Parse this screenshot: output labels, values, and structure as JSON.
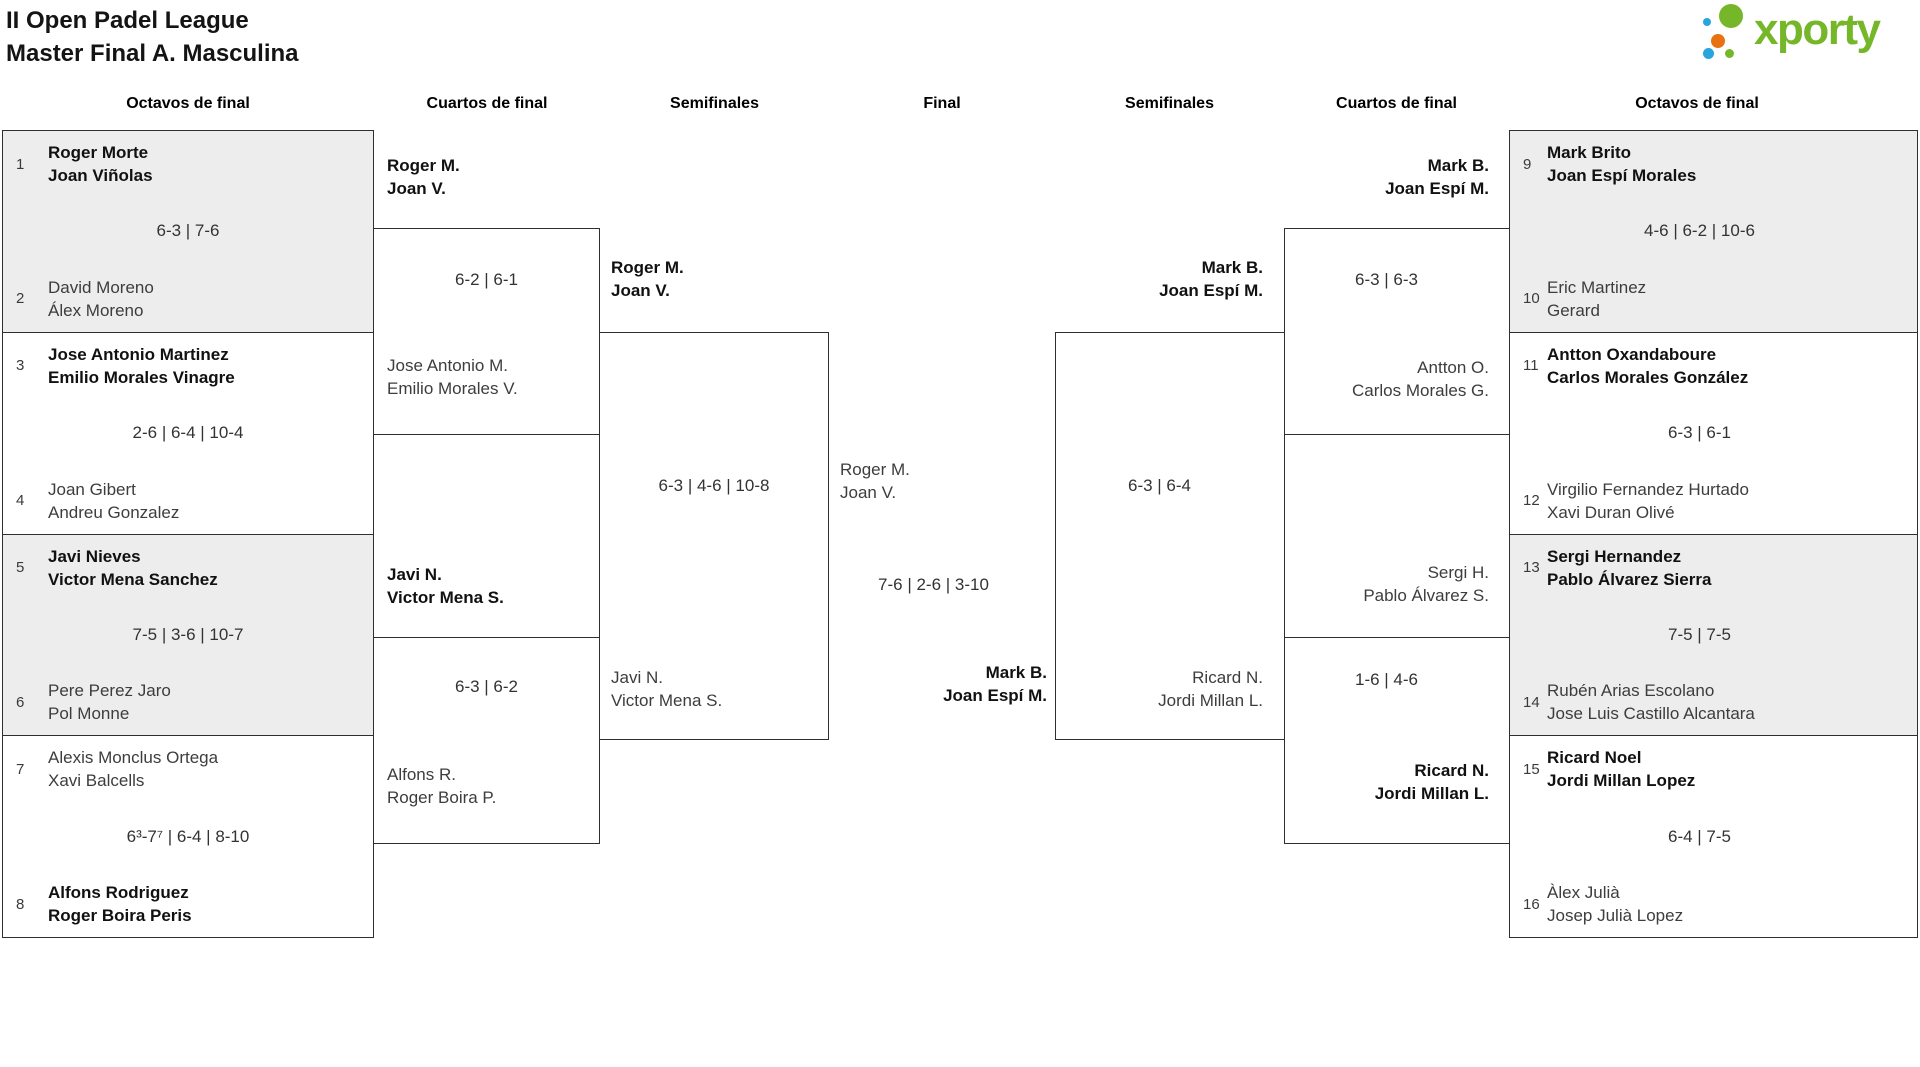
{
  "title": {
    "line1": "II Open Padel League",
    "line2": "Master Final A. Masculina"
  },
  "logo": {
    "text": "xporty"
  },
  "colors": {
    "brand_green": "#76b729",
    "brand_blue": "#29a5dd",
    "brand_orange": "#e87211",
    "bracket_line": "#2f2f2f",
    "cell_gray": "#ededed"
  },
  "round_headers": [
    "Octavos de final",
    "Cuartos de final",
    "Semifinales",
    "Final",
    "Semifinales",
    "Cuartos de final",
    "Octavos de final"
  ],
  "octavos_left": [
    {
      "seed1": "1",
      "team1": [
        "Roger Morte",
        "Joan Viñolas"
      ],
      "score": "6-3 | 7-6",
      "seed2": "2",
      "team2": [
        "David Moreno",
        "Álex Moreno"
      ]
    },
    {
      "seed1": "3",
      "team1": [
        "Jose Antonio Martinez",
        "Emilio Morales Vinagre"
      ],
      "score": "2-6 | 6-4 | 10-4",
      "seed2": "4",
      "team2": [
        "Joan Gibert",
        "Andreu Gonzalez"
      ]
    },
    {
      "seed1": "5",
      "team1": [
        "Javi Nieves",
        "Victor Mena Sanchez"
      ],
      "score": "7-5 | 3-6 | 10-7",
      "seed2": "6",
      "team2": [
        "Pere Perez Jaro",
        "Pol Monne"
      ]
    },
    {
      "seed1": "7",
      "team1": [
        "Alexis Monclus Ortega",
        "Xavi Balcells"
      ],
      "score": "6³-7⁷ | 6-4 | 8-10",
      "seed2": "8",
      "team2": [
        "Alfons Rodriguez",
        "Roger Boira Peris"
      ]
    }
  ],
  "octavos_right": [
    {
      "seed1": "9",
      "team1": [
        "Mark Brito",
        "Joan Espí Morales"
      ],
      "score": "4-6 | 6-2 | 10-6",
      "seed2": "10",
      "team2": [
        "Eric Martinez",
        "Gerard"
      ]
    },
    {
      "seed1": "11",
      "team1": [
        "Antton Oxandaboure",
        "Carlos Morales González"
      ],
      "score": "6-3 | 6-1",
      "seed2": "12",
      "team2": [
        "Virgilio Fernandez Hurtado",
        "Xavi Duran Olivé"
      ]
    },
    {
      "seed1": "13",
      "team1": [
        "Sergi Hernandez",
        "Pablo Álvarez Sierra"
      ],
      "score": "7-5 | 7-5",
      "seed2": "14",
      "team2": [
        "Rubén Arias Escolano",
        "Jose Luis Castillo Alcantara"
      ]
    },
    {
      "seed1": "15",
      "team1": [
        "Ricard Noel",
        "Jordi Millan Lopez"
      ],
      "score": "6-4 | 7-5",
      "seed2": "16",
      "team2": [
        "Àlex Julià",
        "Josep Julià Lopez"
      ]
    }
  ],
  "cuartos_left": [
    {
      "team1": [
        "Roger M.",
        "Joan V."
      ],
      "score": "6-2 | 6-1",
      "team2": [
        "Jose Antonio M.",
        "Emilio Morales V."
      ]
    },
    {
      "team1": [
        "Javi N.",
        "Victor Mena S."
      ],
      "score": "6-3 | 6-2",
      "team2": [
        "Alfons R.",
        "Roger Boira P."
      ]
    }
  ],
  "cuartos_right": [
    {
      "team1": [
        "Mark B.",
        "Joan Espí M."
      ],
      "score": "6-3 | 6-3",
      "team2": [
        "Antton O.",
        "Carlos Morales G."
      ]
    },
    {
      "team1": [
        "Sergi H.",
        "Pablo Álvarez S."
      ],
      "score": "1-6 | 4-6",
      "team2": [
        "Ricard N.",
        "Jordi Millan L."
      ]
    }
  ],
  "semifinal_left": {
    "team1": [
      "Roger M.",
      "Joan V."
    ],
    "score": "6-3 | 4-6 | 10-8",
    "team2": [
      "Javi N.",
      "Victor Mena S."
    ]
  },
  "semifinal_right": {
    "team1": [
      "Mark B.",
      "Joan Espí M."
    ],
    "score": "6-3 | 6-4",
    "team2": [
      "Ricard N.",
      "Jordi Millan L."
    ]
  },
  "final": {
    "team1": [
      "Roger M.",
      "Joan V."
    ],
    "score": "7-6 | 2-6 | 3-10",
    "team2": [
      "Mark B.",
      "Joan Espí M."
    ]
  }
}
